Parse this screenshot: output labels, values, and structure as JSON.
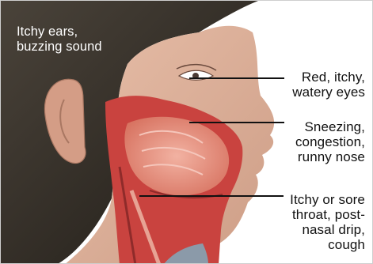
{
  "labels": {
    "ears": [
      "Itchy ears,",
      "buzzing sound"
    ],
    "eyes": [
      "Red, itchy,",
      "watery eyes"
    ],
    "nose": [
      "Sneezing,",
      "congestion,",
      "runny nose"
    ],
    "throat": [
      "Itchy or sore",
      "throat, post-",
      "nasal drip,",
      "cough"
    ]
  },
  "colors": {
    "background": "#ffffff",
    "hair": "#2f2a24",
    "skin": "#ddb39f",
    "tissue_red": "#c9433f",
    "tissue_pink": "#e78c7a",
    "label_text": "#111111",
    "ear_text": "#ffffff"
  }
}
